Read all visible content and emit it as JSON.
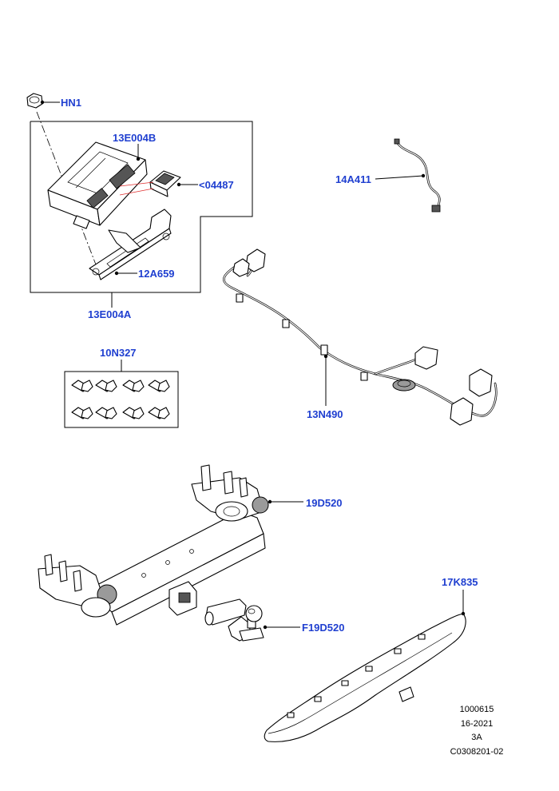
{
  "callouts": {
    "hn1": "HN1",
    "module": "13E004B",
    "connector": "<04487",
    "bracket": "12A659",
    "kit": "13E004A",
    "harness_small": "14A411",
    "bolts": "10N327",
    "harness_main": "13N490",
    "tow_bar": "19D520",
    "ball": "F19D520",
    "cover": "17K835"
  },
  "reference": {
    "line1": "1000615",
    "line2": "16-2021",
    "line3": "3A",
    "line4": "C0308201-02"
  },
  "colors": {
    "callout": "#1f3fd0",
    "line": "#000000",
    "shade": "#9a9a9a",
    "red_line": "#e03030"
  }
}
